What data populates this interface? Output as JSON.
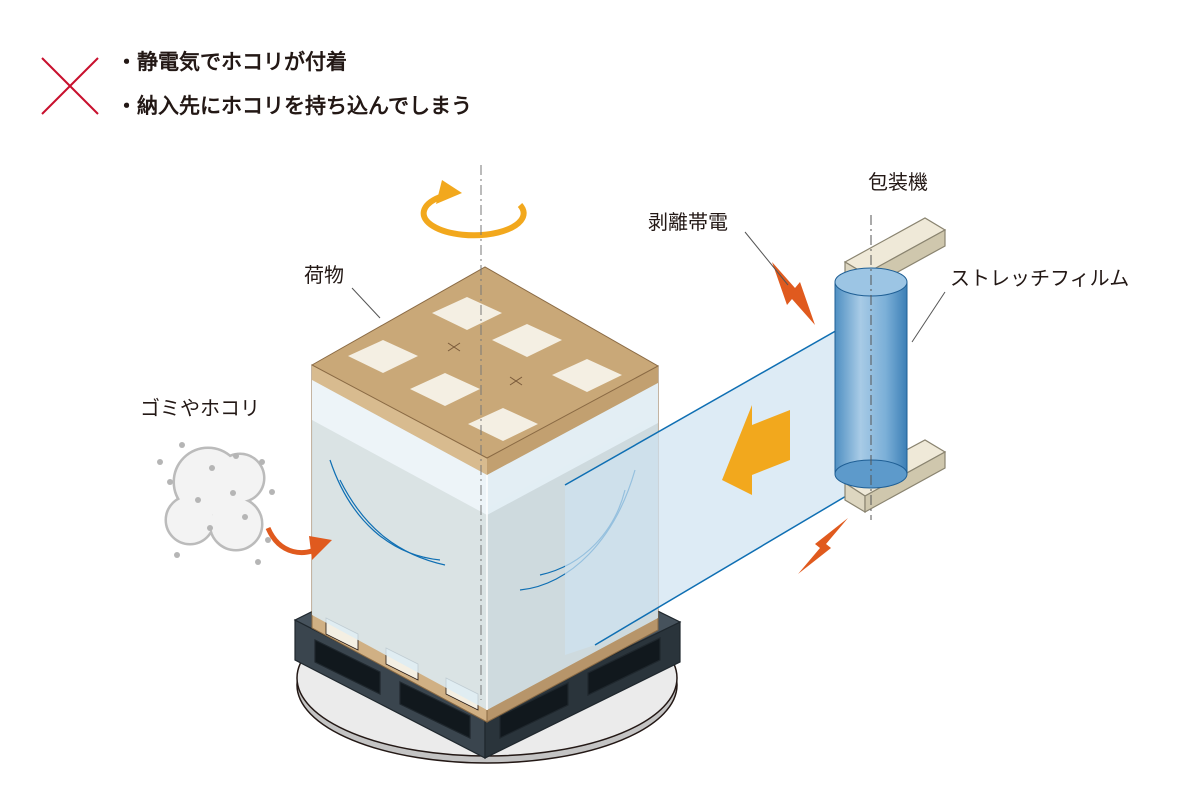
{
  "notes": [
    "・静電気でホコリが付着",
    "・納入先にホコリを持ち込んでしまう"
  ],
  "labels": {
    "machine": "包装機",
    "static": "剥離帯電",
    "film": "ストレッチフィルム",
    "cargo": "荷物",
    "dust": "ゴミやホコリ"
  },
  "colors": {
    "cross": "#c8102e",
    "arrow_orange": "#f2a81d",
    "arrow_red": "#e05a1e",
    "film_blue": "#0f6fb3",
    "pallet": "#2e3840",
    "cardboard": "#c9a878"
  }
}
